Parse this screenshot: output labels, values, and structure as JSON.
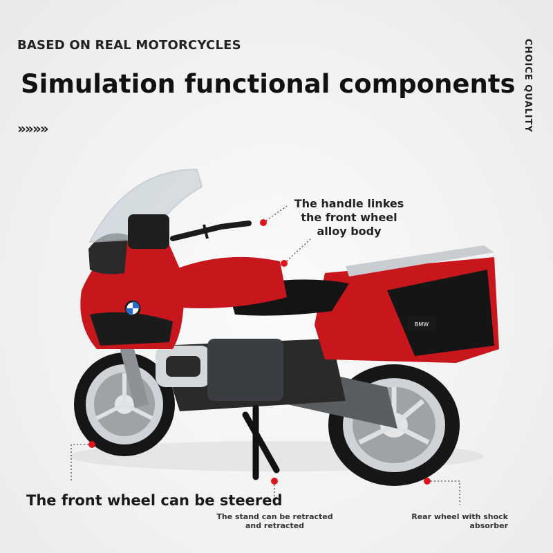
{
  "header": {
    "tagline": "BASED ON REAL MOTORCYCLES",
    "headline": "Simulation functional components",
    "chevrons": "»»»»",
    "vertical_tag": "CHOICE QUALITY"
  },
  "bike": {
    "brand_badge": "BMW",
    "body_color": "#c8161d",
    "accent_color": "#222222"
  },
  "callouts": {
    "handle": "The handle linkes the front wheel alloy body",
    "front_wheel": "The front wheel can be steered",
    "stand": "The stand can be retracted and retracted",
    "rear_wheel": "Rear wheel with shock absorber",
    "marker_color": "#e0141e"
  }
}
